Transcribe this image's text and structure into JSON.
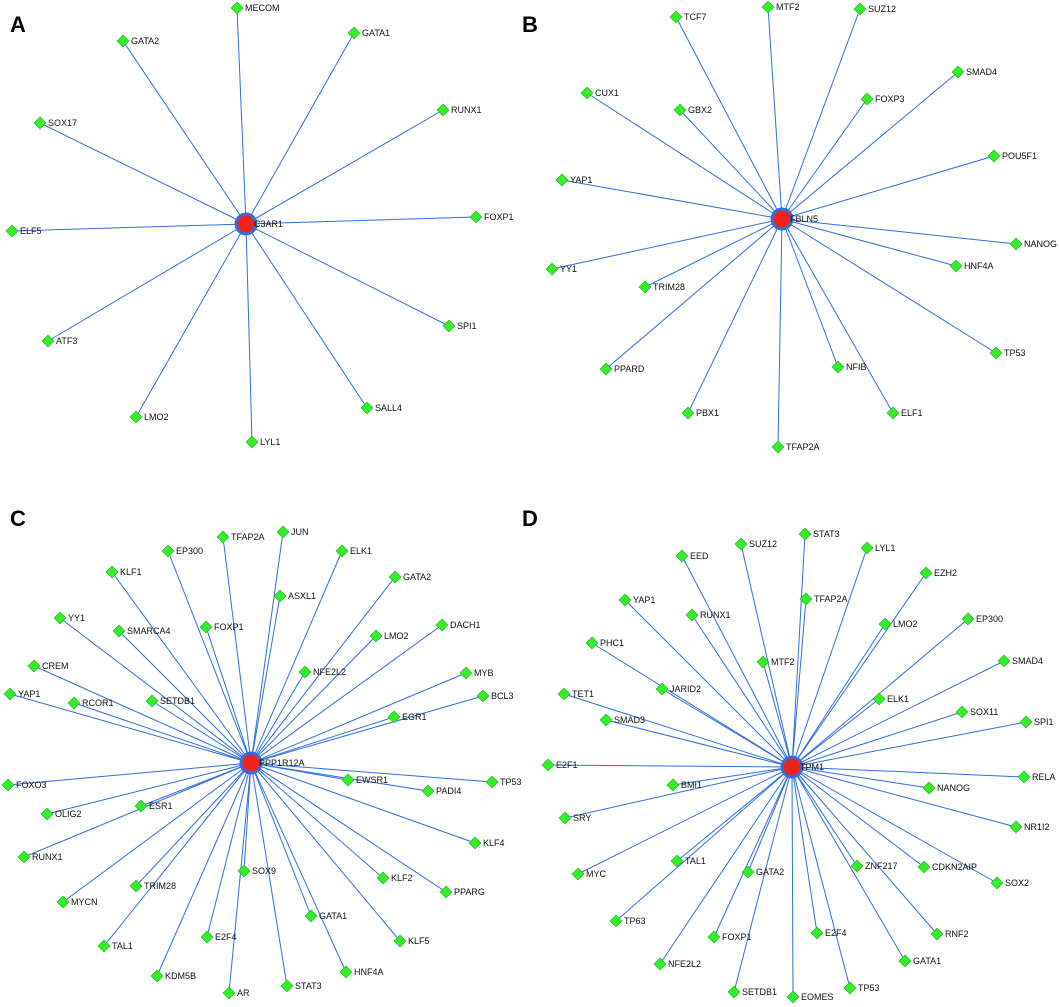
{
  "panels": [
    {
      "letter": "A",
      "hub": "C3AR1",
      "nodes": [
        "MECOM",
        "GATA2",
        "GATA1",
        "RUNX1",
        "SOX17",
        "ELF5",
        "FOXP1",
        "ATF3",
        "SPI1",
        "LMO2",
        "SALL4",
        "LYL1"
      ]
    },
    {
      "letter": "B",
      "hub": "FBLN5",
      "nodes": [
        "TCF7",
        "MTF2",
        "SUZ12",
        "SMAD4",
        "CUX1",
        "GBX2",
        "FOXP3",
        "POU5F1",
        "YAP1",
        "NANOG",
        "YY1",
        "TRIM28",
        "HNF4A",
        "PPARD",
        "NFIB",
        "TP53",
        "PBX1",
        "ELF1",
        "TFAP2A"
      ]
    },
    {
      "letter": "C",
      "hub": "PPP1R12A",
      "nodes": [
        "JUN",
        "TFAP2A",
        "EP300",
        "ELK1",
        "KLF1",
        "GATA2",
        "ASXL1",
        "YY1",
        "SMARCA4",
        "FOXP1",
        "LMO2",
        "DACH1",
        "CREM",
        "NFE2L2",
        "MYB",
        "SETDB1",
        "YAP1",
        "RCOR1",
        "EGR1",
        "BCL3",
        "FOXO3",
        "TP53",
        "PADI4",
        "EWSR1",
        "OLIG2",
        "ESR1",
        "KLF4",
        "RUNX1",
        "SOX9",
        "KLF2",
        "PPARG",
        "MYCN",
        "TRIM28",
        "GATA1",
        "TAL1",
        "E2F4",
        "KLF5",
        "HNF4A",
        "KDM5B",
        "STAT3",
        "AR"
      ]
    },
    {
      "letter": "D",
      "hub": "TPM1",
      "nodes": [
        "STAT3",
        "SUZ12",
        "LYL1",
        "EED",
        "EZH2",
        "TFAP2A",
        "YAP1",
        "RUNX1",
        "LMO2",
        "EP300",
        "PHC1",
        "SMAD4",
        "MTF2",
        "JARID2",
        "TET1",
        "ELK1",
        "SOX11",
        "SPI1",
        "SMAD3",
        "E2F1",
        "RELA",
        "NANOG",
        "BMI1",
        "SRY",
        "NR1I2",
        "ZNF217",
        "CDKN2AIP",
        "TAL1",
        "SOX2",
        "MYC",
        "GATA2",
        "TP63",
        "E2F4",
        "RNF2",
        "FOXP1",
        "GATA1",
        "NFE2L2",
        "TP53",
        "SETDB1",
        "EOMES"
      ]
    }
  ]
}
